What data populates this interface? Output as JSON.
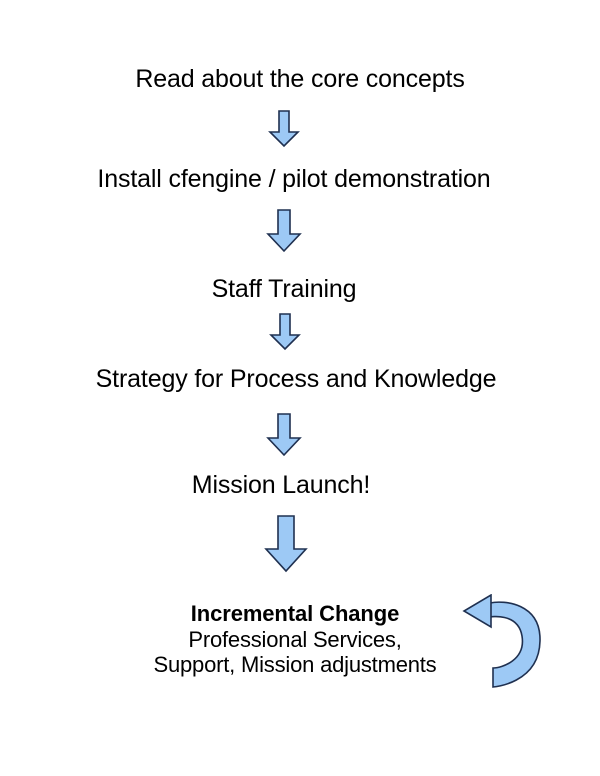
{
  "diagram": {
    "title": "CFEngine adoption roadmap flowchart",
    "background_color": "#ffffff",
    "arrow_fill_color": "#9DC9F5",
    "arrow_outline_color": "#1F3050",
    "text_color": "#000000",
    "steps": [
      {
        "id": "step-1",
        "label": "Read about the core concepts"
      },
      {
        "id": "step-2",
        "label": "Install cfengine / pilot demonstration"
      },
      {
        "id": "step-3",
        "label": "Staff Training"
      },
      {
        "id": "step-4",
        "label": "Strategy for Process and Knowledge"
      },
      {
        "id": "step-5",
        "label": "Mission Launch!"
      }
    ],
    "final_step": {
      "id": "step-6",
      "heading": "Incremental Change",
      "line_2": "Professional Services,",
      "line_3": "Support, Mission adjustments"
    },
    "connectors": [
      {
        "id": "arrow-1",
        "icon": "arrow-down-icon",
        "from": "step-1",
        "to": "step-2"
      },
      {
        "id": "arrow-2",
        "icon": "arrow-down-icon",
        "from": "step-2",
        "to": "step-3"
      },
      {
        "id": "arrow-3",
        "icon": "arrow-down-icon",
        "from": "step-3",
        "to": "step-4"
      },
      {
        "id": "arrow-4",
        "icon": "arrow-down-icon",
        "from": "step-4",
        "to": "step-5"
      },
      {
        "id": "arrow-5",
        "icon": "arrow-down-icon",
        "from": "step-5",
        "to": "step-6"
      }
    ],
    "loop": {
      "id": "loop-arrow",
      "icon": "circular-arrow-icon",
      "meaning": "repeating cycle"
    }
  }
}
